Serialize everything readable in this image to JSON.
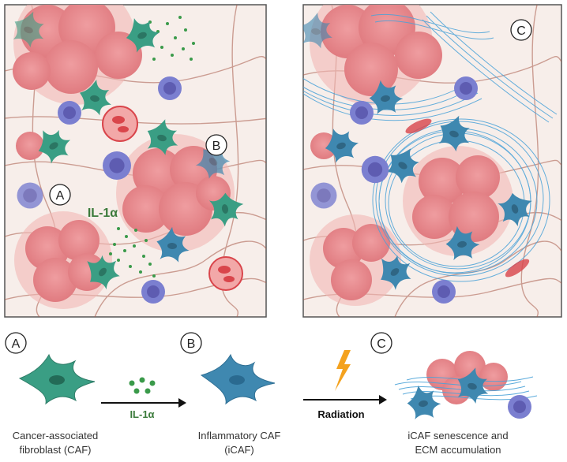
{
  "panels": {
    "left": {
      "markers": [
        "A",
        "B"
      ],
      "cytokine_label": "IL-1α"
    },
    "right": {
      "markers": [
        "C"
      ]
    }
  },
  "legend": {
    "a": {
      "marker": "A",
      "caption_line1": "Cancer-associated",
      "caption_line2": "fibroblast (CAF)"
    },
    "arrow1": {
      "label": "IL-1α"
    },
    "b": {
      "marker": "B",
      "caption_line1": "Inflammatory CAF",
      "caption_line2": "(iCAF)"
    },
    "arrow2": {
      "label": "Radiation"
    },
    "c": {
      "marker": "C",
      "caption_line1": "iCAF senescence and",
      "caption_line2": "ECM accumulation"
    }
  },
  "colors": {
    "panel_bg": "#f7eeea",
    "panel_border": "#555555",
    "tumor": "#e8878a",
    "tumor_dark": "#d86f74",
    "caf": "#3a9e84",
    "icaf": "#3f88b0",
    "ecm": "#4aa2d8",
    "fiber": "#a85a4a",
    "immune": "#7b7fd0",
    "rbc": "#d9454b",
    "il1a": "#3a9a4a",
    "radiation": "#f4a21e"
  }
}
